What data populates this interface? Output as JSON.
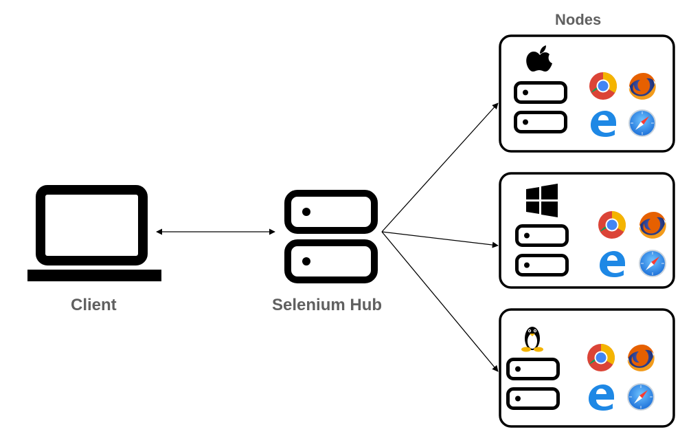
{
  "labels": {
    "nodes": "Nodes",
    "client": "Client",
    "hub": "Selenium Hub"
  },
  "nodes": [
    {
      "os": "apple",
      "browsers": [
        "chrome",
        "firefox",
        "edge",
        "safari"
      ]
    },
    {
      "os": "windows",
      "browsers": [
        "chrome",
        "firefox",
        "edge",
        "safari"
      ]
    },
    {
      "os": "linux",
      "browsers": [
        "chrome",
        "firefox",
        "edge",
        "safari"
      ]
    }
  ],
  "colors": {
    "outline": "#000000",
    "label": "#606060",
    "chrome_red": "#DB4437",
    "chrome_yellow": "#F4B400",
    "chrome_green": "#0F9D58",
    "chrome_blue": "#4285F4",
    "firefox_orange": "#E66000",
    "firefox_globe": "#2A3F8F",
    "edge_blue": "#1E88E5",
    "safari_blue": "#2F8CF0"
  }
}
